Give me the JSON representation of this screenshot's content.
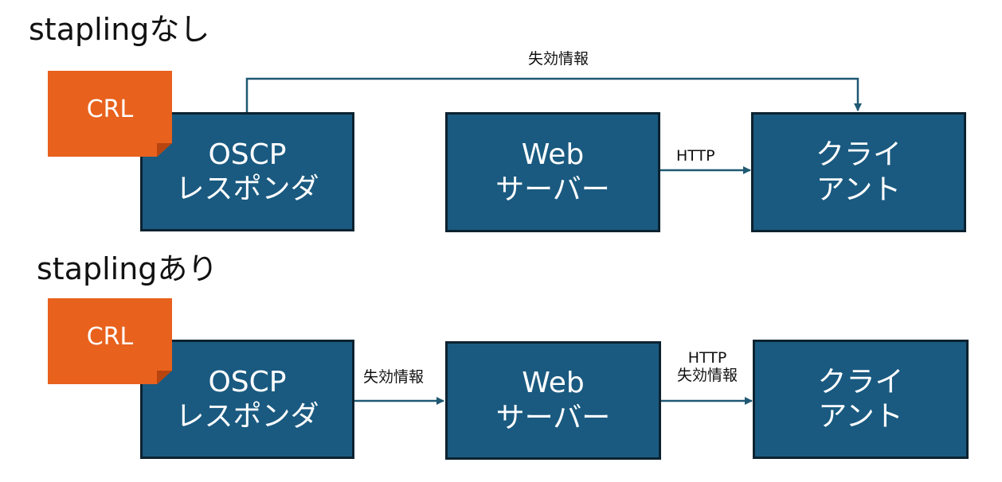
{
  "colors": {
    "box_fill": "#1a5a80",
    "box_border": "#0c2230",
    "crl_fill": "#e8611d",
    "crl_fold": "#b8450f",
    "arrow": "#1f5873"
  },
  "without_stapling": {
    "title": "staplingなし",
    "crl_label": "CRL",
    "ocsp": {
      "line1": "OSCP",
      "line2": "レスポンダ"
    },
    "web": {
      "line1": "Web",
      "line2": "サーバー"
    },
    "client": {
      "line1": "クライ",
      "line2": "アント"
    },
    "arrow_revocation_label": "失効情報",
    "arrow_http_label": "HTTP"
  },
  "with_stapling": {
    "title": "staplingあり",
    "crl_label": "CRL",
    "ocsp": {
      "line1": "OSCP",
      "line2": "レスポンダ"
    },
    "web": {
      "line1": "Web",
      "line2": "サーバー"
    },
    "client": {
      "line1": "クライ",
      "line2": "アント"
    },
    "arrow_revocation_label": "失効情報",
    "arrow_http_label_line1": "HTTP",
    "arrow_http_label_line2": "失効情報"
  }
}
